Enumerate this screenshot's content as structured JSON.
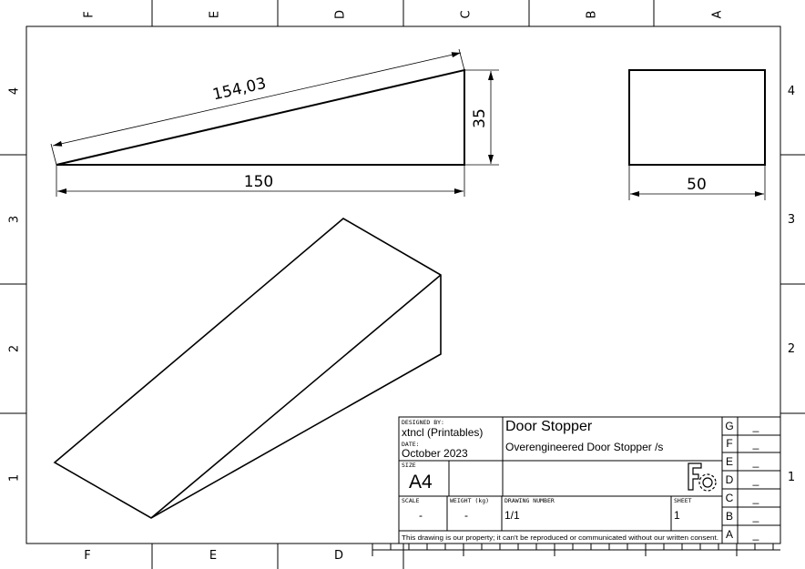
{
  "border": {
    "col_labels_top": [
      "F",
      "E",
      "D",
      "C",
      "B",
      "A"
    ],
    "col_labels_bottom": [
      "F",
      "E",
      "D"
    ],
    "row_labels": [
      "4",
      "3",
      "2",
      "1"
    ]
  },
  "views": {
    "side_dims": {
      "hypotenuse": "154,03",
      "length": "150",
      "height": "35"
    },
    "end_dims": {
      "width": "50"
    }
  },
  "title_block": {
    "designed_by_label": "DESIGNED BY:",
    "designer": "xtncl (Printables)",
    "date_label": "DATE:",
    "date": "October 2023",
    "title": "Door Stopper",
    "subtitle": "Overengineered Door Stopper /s",
    "size_label": "SIZE",
    "size": "A4",
    "scale_label": "SCALE",
    "scale": "-",
    "weight_label": "WEIGHT (kg)",
    "weight": "-",
    "drawing_number_label": "DRAWING NUMBER",
    "drawing_number": "1/1",
    "sheet_label": "SHEET",
    "sheet": "1",
    "disclaimer": "This drawing is our property; it can't be reproduced or communicated without our written consent.",
    "revisions": [
      {
        "letter": "G",
        "value": "_"
      },
      {
        "letter": "F",
        "value": "_"
      },
      {
        "letter": "E",
        "value": "_"
      },
      {
        "letter": "D",
        "value": "_"
      },
      {
        "letter": "C",
        "value": "_"
      },
      {
        "letter": "B",
        "value": "_"
      },
      {
        "letter": "A",
        "value": "_"
      }
    ]
  }
}
